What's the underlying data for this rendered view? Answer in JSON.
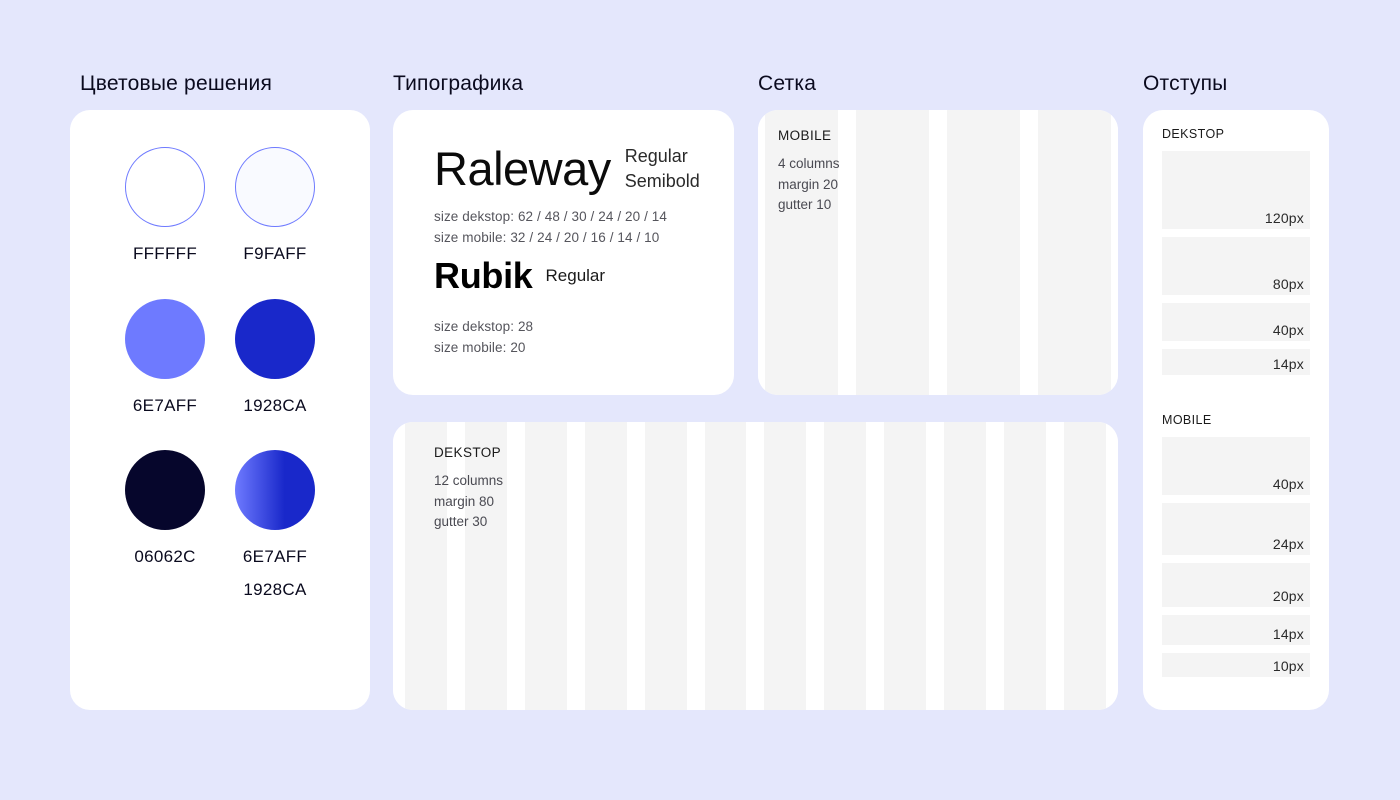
{
  "background_color": "#E4E7FC",
  "sections": {
    "colors": {
      "title": "Цветовые решения"
    },
    "typography": {
      "title": "Типографика"
    },
    "grid": {
      "title": "Сетка"
    },
    "spacing": {
      "title": "Отступы"
    }
  },
  "colors": {
    "swatches": [
      {
        "label": "FFFFFF",
        "hex": "#FFFFFF",
        "type": "solid",
        "border": "#6E7AFF"
      },
      {
        "label": "F9FAFF",
        "hex": "#F9FAFF",
        "type": "solid",
        "border": "#6E7AFF"
      },
      {
        "label": "6E7AFF",
        "hex": "#6E7AFF",
        "type": "solid",
        "border": "none"
      },
      {
        "label": "1928CA",
        "hex": "#1928CA",
        "type": "solid",
        "border": "none"
      },
      {
        "label": "06062C",
        "hex": "#06062C",
        "type": "solid",
        "border": "none"
      },
      {
        "label": "6E7AFF\n1928CA",
        "hex": "#6E7AFF",
        "hex2": "#1928CA",
        "type": "gradient",
        "border": "none"
      }
    ]
  },
  "typography": {
    "families": [
      {
        "name": "Raleway",
        "weights": "Regular\nSemibold",
        "sizes": "size dekstop: 62 / 48 / 30 / 24 / 20 / 14\nsize mobile: 32 / 24 / 20 / 16 / 14 / 10"
      },
      {
        "name": "Rubik",
        "weights": "Regular",
        "sizes": "size dekstop: 28\nsize mobile: 20"
      }
    ]
  },
  "grid": {
    "mobile": {
      "kicker": "MOBILE",
      "specs": "4 columns\nmargin 20\ngutter 10",
      "columns": 4
    },
    "desktop": {
      "kicker": "DEKSTOP",
      "specs": "12 columns\nmargin 80\ngutter 30",
      "columns": 12
    }
  },
  "spacing": {
    "desktop": {
      "kicker": "DEKSTOP",
      "items": [
        {
          "value": "120px",
          "height": 78
        },
        {
          "value": "80px",
          "height": 58
        },
        {
          "value": "40px",
          "height": 38
        },
        {
          "value": "14px",
          "height": 26
        }
      ]
    },
    "mobile": {
      "kicker": "MOBILE",
      "items": [
        {
          "value": "40px",
          "height": 58
        },
        {
          "value": "24px",
          "height": 52
        },
        {
          "value": "20px",
          "height": 44
        },
        {
          "value": "14px",
          "height": 30
        },
        {
          "value": "10px",
          "height": 24
        }
      ]
    }
  }
}
